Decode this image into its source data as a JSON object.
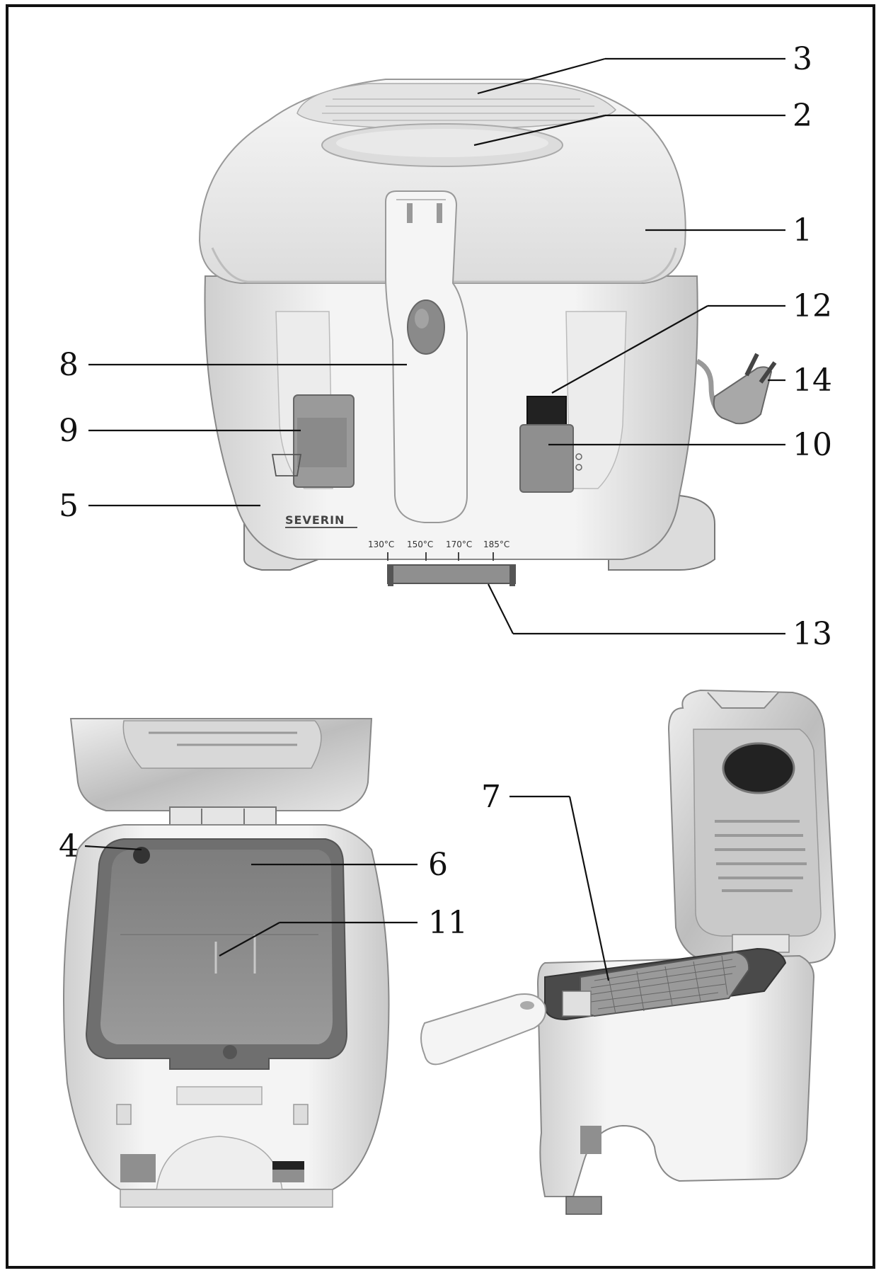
{
  "brand": "SEVERIN",
  "temperature_scale": [
    "130°C",
    "150°C",
    "170°C",
    "185°C"
  ],
  "callouts": {
    "c1": "1",
    "c2": "2",
    "c3": "3",
    "c4": "4",
    "c5": "5",
    "c6": "6",
    "c7": "7",
    "c8": "8",
    "c9": "9",
    "c10": "10",
    "c11": "11",
    "c12": "12",
    "c13": "13",
    "c14": "14"
  },
  "colors": {
    "line": "#111111",
    "body": "#f2f2f2",
    "shade": "#d9d9d9",
    "tank": "#8a8a8a",
    "tank_dark": "#666666",
    "metal": "#cfcfcf"
  }
}
